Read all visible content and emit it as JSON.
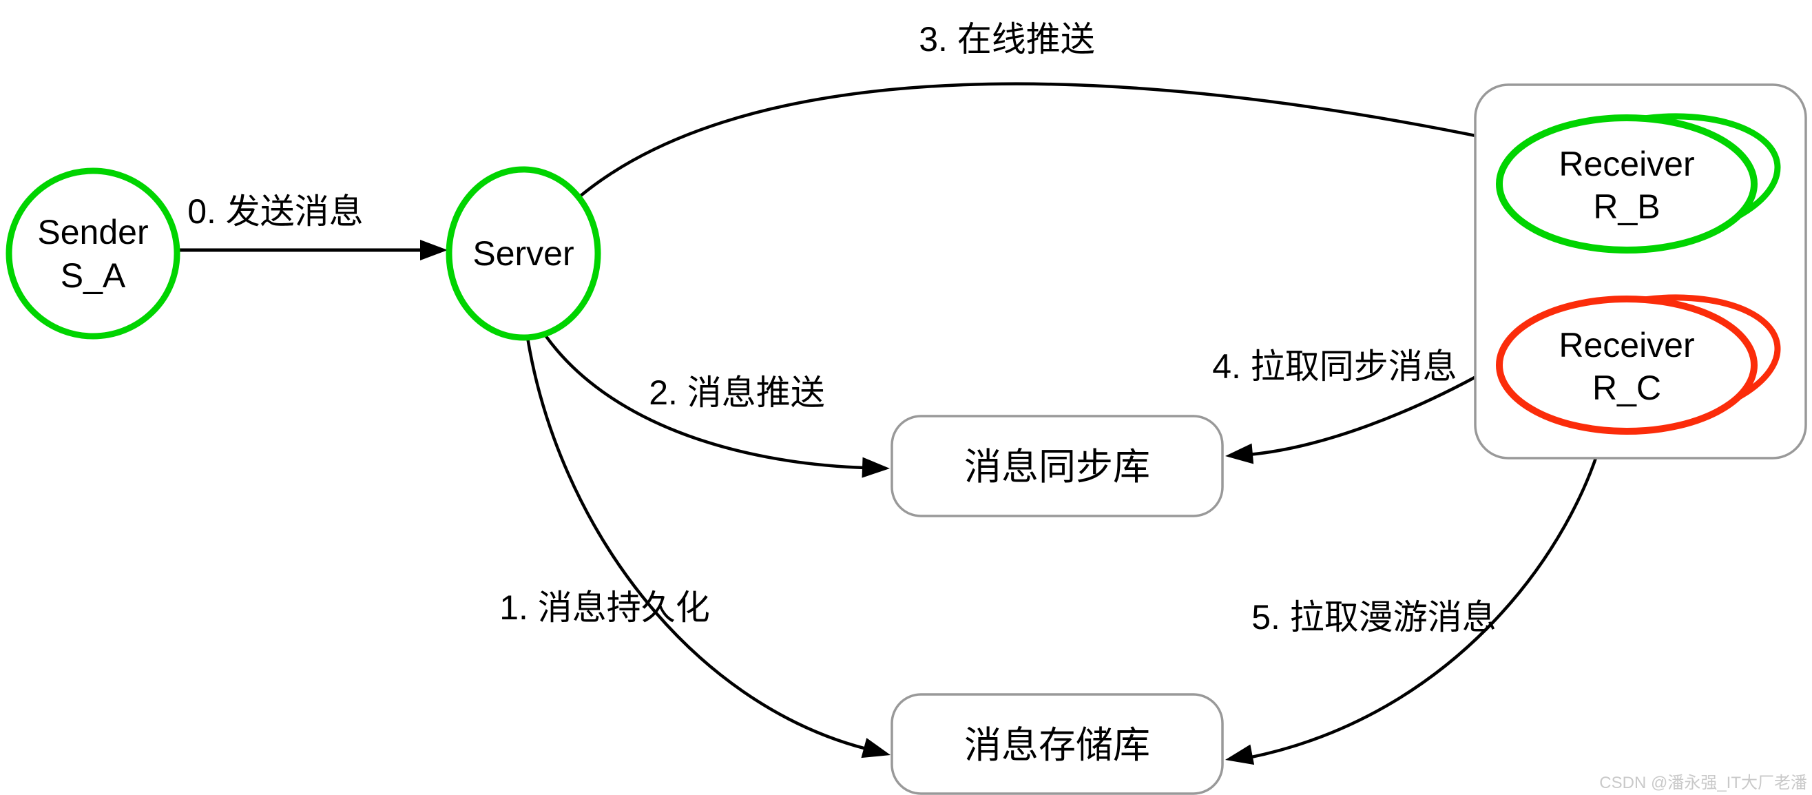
{
  "colors": {
    "node_green": "#00d400",
    "receiver_red": "#fb2c0a",
    "box_gray": "#999999",
    "ink": "#000000",
    "watermark_gray": "#c9c9c9"
  },
  "nodes": {
    "sender": {
      "line1": "Sender",
      "line2": "S_A"
    },
    "server": {
      "label": "Server"
    },
    "receiver_b": {
      "line1": "Receiver",
      "line2": "R_B"
    },
    "receiver_c": {
      "line1": "Receiver",
      "line2": "R_C"
    },
    "sync_store": {
      "label": "消息同步库"
    },
    "message_store": {
      "label": "消息存储库"
    }
  },
  "edges": {
    "send": {
      "label": "0. 发送消息"
    },
    "persist": {
      "label": "1. 消息持久化"
    },
    "push": {
      "label": "2. 消息推送"
    },
    "online_push": {
      "label": "3. 在线推送"
    },
    "pull_sync": {
      "label": "4. 拉取同步消息"
    },
    "pull_roaming": {
      "label": "5. 拉取漫游消息"
    }
  },
  "watermark": {
    "text": "CSDN @潘永强_IT大厂老潘"
  }
}
